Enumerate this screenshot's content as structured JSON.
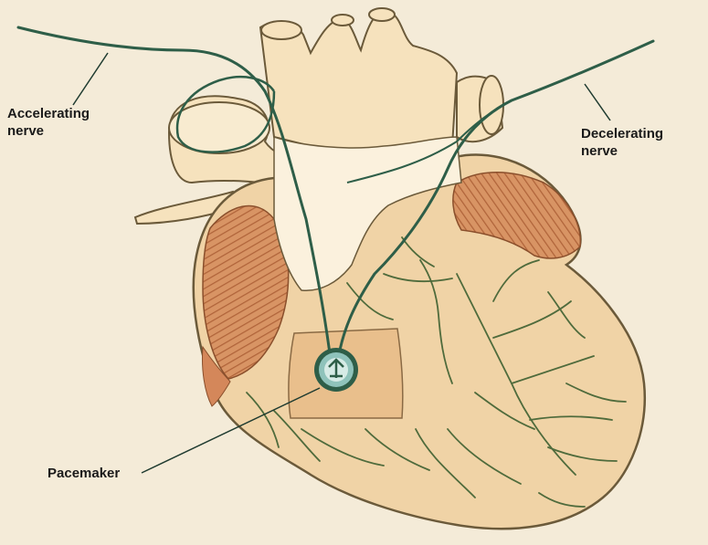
{
  "labels": {
    "accelerating_nerve": {
      "line1": "Accelerating",
      "line2": "nerve"
    },
    "decelerating_nerve": {
      "line1": "Decelerating",
      "line2": "nerve"
    },
    "pacemaker": "Pacemaker"
  },
  "colors": {
    "background": "#f4ebd8",
    "heart_fill": "#f0d3a6",
    "heart_outline": "#6b5a3a",
    "muscle_stripe": "#c97c4a",
    "nerve": "#2e5e48",
    "vessels": "#4f6b3c",
    "pacemaker": "#7fb7b0"
  }
}
